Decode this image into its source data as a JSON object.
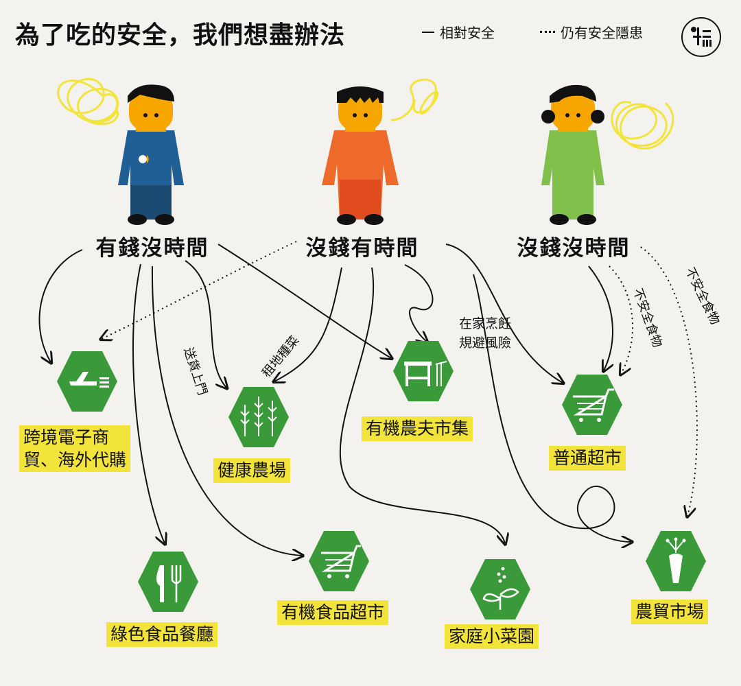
{
  "header": {
    "title": "為了吃的安全，我們想盡辦法",
    "legend_solid": "相對安全",
    "legend_dotted": "仍有安全隱患",
    "logo_text": "端"
  },
  "personas": [
    {
      "label": "有錢沒時間",
      "color": "#1f5f95"
    },
    {
      "label": "沒錢有時間",
      "color": "#ee6a2a"
    },
    {
      "label": "沒錢沒時間",
      "color": "#7fbf4a"
    }
  ],
  "destinations": {
    "cross_border": {
      "line1": "跨境電子商",
      "line2": "貿、海外代購"
    },
    "healthy_farm": "健康農場",
    "organic_market": "有機農夫市集",
    "supermarket": "普通超市",
    "green_restaurant": "綠色食品餐廳",
    "organic_supermarket": "有機食品超市",
    "home_garden": "家庭小菜園",
    "traditional_market": "農貿市場"
  },
  "path_labels": {
    "delivery": "送貨上門",
    "rent_land": "租地種菜",
    "cook_home_1": "在家烹飪",
    "cook_home_2": "規避風險",
    "unsafe_1": "不安全食物",
    "unsafe_2": "不安全食物"
  },
  "colors": {
    "hex_green": "#3a9a3a",
    "tag_yellow": "#f2e43a",
    "scribble": "#f2e43a"
  }
}
